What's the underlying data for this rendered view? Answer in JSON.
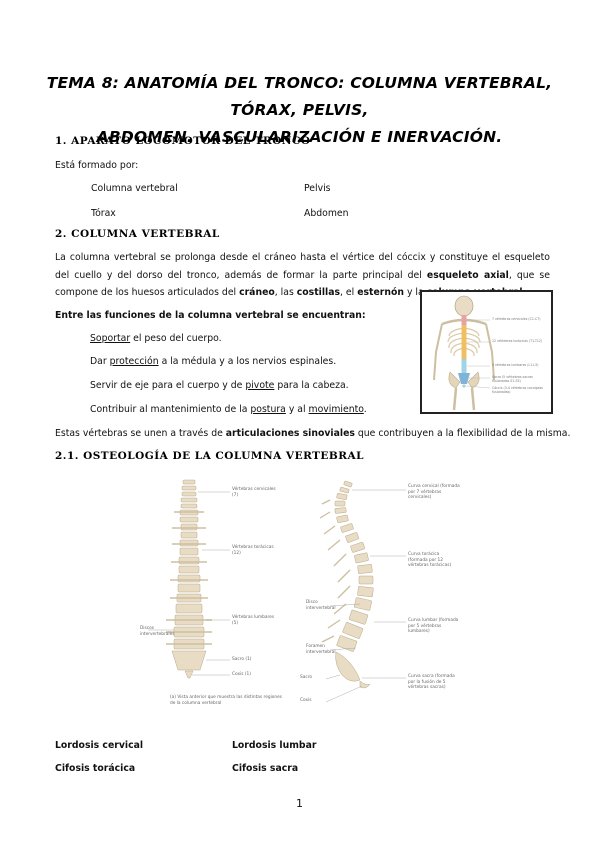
{
  "title_line1": "TEMA 8: ANATOMÍA DEL TRONCO: COLUMNA VERTEBRAL, TÓRAX, PELVIS,",
  "title_line2": "ABDOMEN. VASCULARIZACIÓN E INERVACIÓN.",
  "section1": {
    "heading": "1. APARATO LOCOMOTOR DEL TRONCO",
    "intro": "Está formado por:",
    "items": [
      "Columna vertebral",
      "Pelvis",
      "Tórax",
      "Abdomen"
    ]
  },
  "section2": {
    "heading": "2. COLUMNA VERTEBRAL",
    "p1_a": "La columna vertebral se prolonga desde el cráneo hasta el vértice del cóccix y constituye el esqueleto del cuello y del dorso del tronco, además de formar la parte principal del ",
    "p1_b": "esqueleto axial",
    "p1_c": ", que se compone de los huesos articulados del ",
    "p1_d": "cráneo",
    "p1_e": ", las ",
    "p1_f": "costillas",
    "p1_g": ", el ",
    "p1_h": "esternón",
    "p1_i": " y la ",
    "p1_j": "columna vertebral.",
    "functions_intro": "Entre las funciones de la columna vertebral se encuentran:",
    "f1_u": "Soportar",
    "f1_rest": " el peso del cuerpo.",
    "f2_pre": "Dar ",
    "f2_u": "protección",
    "f2_rest": " a la médula y a los nervios espinales.",
    "f3_pre": "Servir de eje para el cuerpo y de ",
    "f3_u": "pivote",
    "f3_rest": " para la cabeza.",
    "f4_pre": "Contribuir al mantenimiento de la ",
    "f4_u1": "postura",
    "f4_mid": " y al ",
    "f4_u2": "movimiento",
    "f4_end": ".",
    "p2_a": "Estas vértebras se unen a través de ",
    "p2_b": "articulaciones sinoviales",
    "p2_c": " que contribuyen a la flexibilidad de la misma."
  },
  "figure1": {
    "labels": [
      "7 vértebras cervicales (C1-C7)",
      "12 vértebras torácicas (T1-T12)",
      "5 vértebras lumbares (L1-L5)",
      "Sacro (5 vértebras sacras fusionadas S1-S5)",
      "Cóccix (3-4 vértebras coccígeas fusionadas)"
    ]
  },
  "section21": {
    "heading": "2.1. OSTEOLOGÍA DE LA COLUMNA VERTEBRAL"
  },
  "figure2": {
    "left_labels": [
      "Vértebras cervicales (7)",
      "Vértebras torácicas (12)",
      "Vértebras lumbares (5)",
      "Sacro (1)",
      "Coxis (1)"
    ],
    "disc_label": "Discos intervertebrales",
    "caption": "(a) Vista anterior que muestra las distintas regiones de la columna vertebral",
    "right_labels": [
      "Curva cervical (formada por 7 vértebras cervicales)",
      "Curva torácica (formada por 12 vértebras torácicas)",
      "Curva lumbar (formada por 5 vértebras lumbares)",
      "Curva sacra (formada por la fusión de 5 vértebras sacras)"
    ],
    "right_left_labels": [
      "Disco intervertebral",
      "Foramen intervertebral",
      "Sacro",
      "Coxis"
    ]
  },
  "curves": [
    "Lordosis cervical",
    "Lordosis lumbar",
    "Cifosis torácica",
    "Cifosis sacra"
  ],
  "page_number": "1",
  "colors": {
    "bone": "#e8dcc4",
    "cervical": "#e5a3a3",
    "thoracic": "#f0c060",
    "lumbar": "#9fd3e6"
  }
}
